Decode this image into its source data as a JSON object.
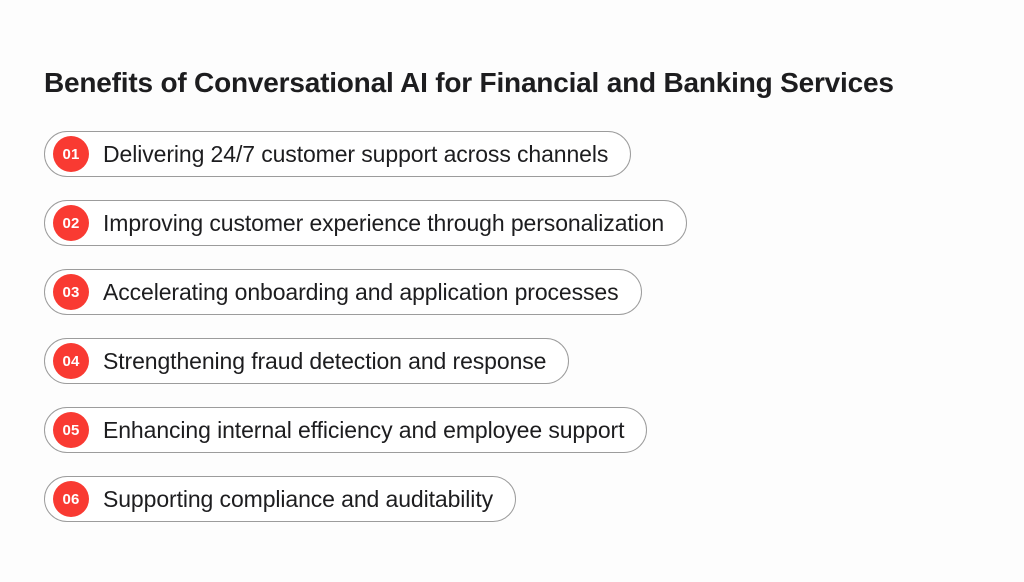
{
  "page": {
    "title": "Benefits of Conversational AI for Financial and Banking Services",
    "background_color": "#fdfdfd",
    "text_color": "#1d1d1f",
    "accent_color": "#f93a32",
    "border_color": "#9c9c9c"
  },
  "benefits": [
    {
      "number": "01",
      "label": "Delivering 24/7 customer support across channels"
    },
    {
      "number": "02",
      "label": "Improving customer experience through personalization"
    },
    {
      "number": "03",
      "label": "Accelerating onboarding and application processes"
    },
    {
      "number": "04",
      "label": "Strengthening fraud detection and response"
    },
    {
      "number": "05",
      "label": "Enhancing internal efficiency and employee support"
    },
    {
      "number": "06",
      "label": "Supporting compliance and auditability"
    }
  ]
}
